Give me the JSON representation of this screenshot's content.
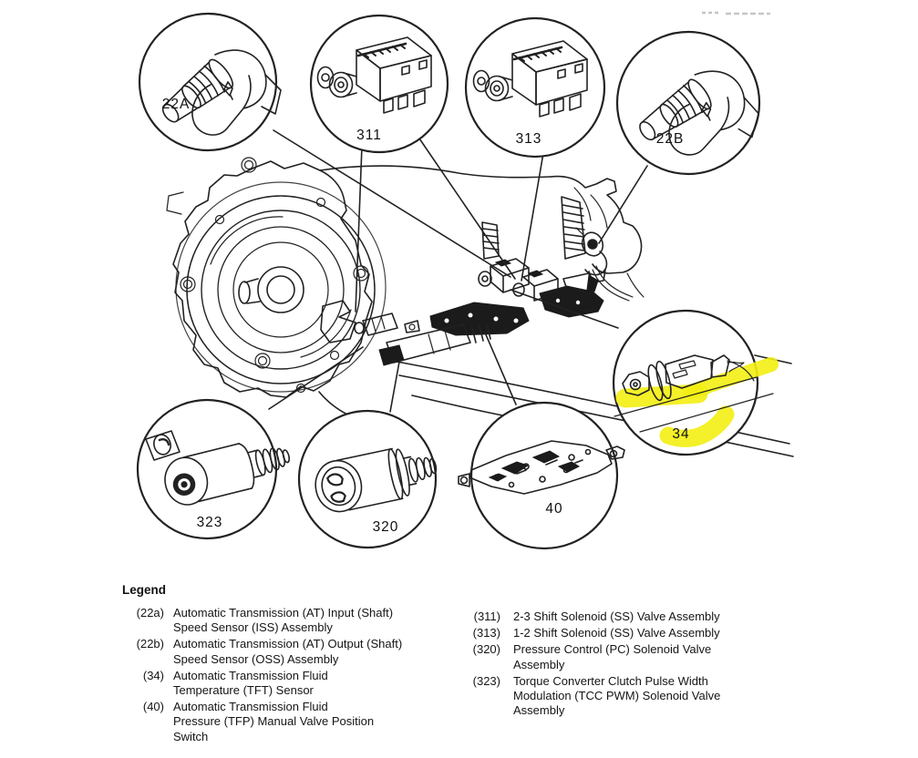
{
  "diagram": {
    "description": "Automatic transmission solenoid and sensor location line drawing with magnified callout circles",
    "highlight_color": "#f3ee12",
    "highlighted_callout": "34"
  },
  "callout_labels": {
    "c22a": "22A",
    "c311": "311",
    "c313": "313",
    "c22b": "22B",
    "c323": "323",
    "c320": "320",
    "c40": "40",
    "c34": "34"
  },
  "legend": {
    "heading": "Legend",
    "left": [
      {
        "code": "(22a)",
        "lines": [
          "Automatic Transmission (AT) Input (Shaft)",
          "Speed Sensor (ISS) Assembly"
        ]
      },
      {
        "code": "(22b)",
        "lines": [
          "Automatic Transmission (AT) Output (Shaft)",
          "Speed Sensor (OSS) Assembly"
        ]
      },
      {
        "code": "(34)",
        "lines": [
          "Automatic Transmission Fluid",
          "Temperature (TFT) Sensor"
        ]
      },
      {
        "code": "(40)",
        "lines": [
          "Automatic Transmission Fluid",
          "Pressure (TFP) Manual Valve Position",
          "Switch"
        ]
      }
    ],
    "right": [
      {
        "code": "(311)",
        "lines": [
          "2-3 Shift Solenoid (SS) Valve Assembly"
        ]
      },
      {
        "code": "(313)",
        "lines": [
          "1-2 Shift Solenoid (SS) Valve Assembly"
        ]
      },
      {
        "code": "(320)",
        "lines": [
          "Pressure Control (PC) Solenoid Valve",
          "Assembly"
        ]
      },
      {
        "code": "(323)",
        "lines": [
          "Torque Converter Clutch Pulse Width",
          "Modulation (TCC PWM) Solenoid Valve",
          "Assembly"
        ]
      }
    ]
  }
}
